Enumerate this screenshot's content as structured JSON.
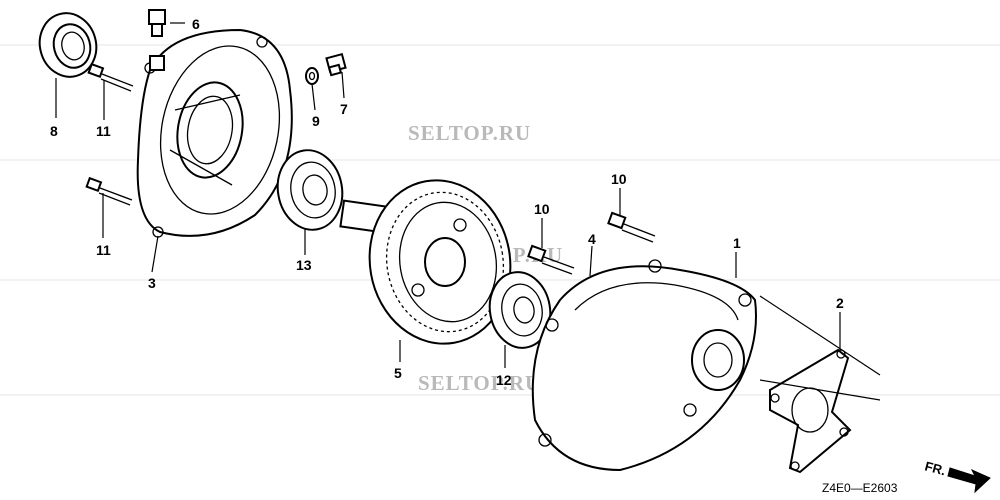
{
  "watermarks": [
    "SELTOP.RU",
    "SELTOP.RU",
    "SELTOP.RU"
  ],
  "diagram_code": "Z4E0—E2603",
  "direction_label": "FR.",
  "callouts": [
    {
      "id": "1",
      "label": "1"
    },
    {
      "id": "2",
      "label": "2"
    },
    {
      "id": "3",
      "label": "3"
    },
    {
      "id": "4",
      "label": "4"
    },
    {
      "id": "5",
      "label": "5"
    },
    {
      "id": "6",
      "label": "6"
    },
    {
      "id": "7",
      "label": "7"
    },
    {
      "id": "8",
      "label": "8"
    },
    {
      "id": "9",
      "label": "9"
    },
    {
      "id": "10a",
      "label": "10"
    },
    {
      "id": "10b",
      "label": "10"
    },
    {
      "id": "11a",
      "label": "11"
    },
    {
      "id": "11b",
      "label": "11"
    },
    {
      "id": "12",
      "label": "12"
    },
    {
      "id": "13",
      "label": "13"
    }
  ]
}
